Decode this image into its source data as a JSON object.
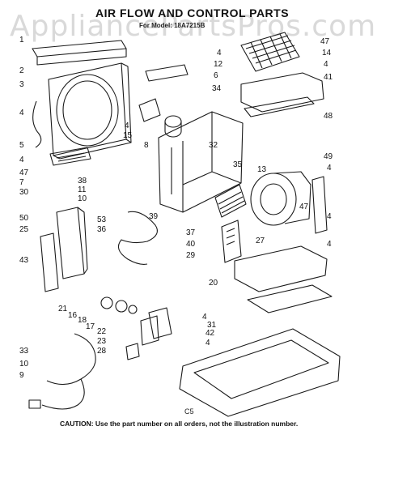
{
  "diagram": {
    "title": "AIR FLOW AND CONTROL PARTS",
    "model_line": "For Model: 18A7215B",
    "watermark": "AppliancePartsPros.com",
    "sheet_code": "C5",
    "caution": "CAUTION: Use the part number on all orders, not the illustration number."
  },
  "callouts": [
    {
      "id": "c1",
      "label": "1"
    },
    {
      "id": "c2",
      "label": "2"
    },
    {
      "id": "c3",
      "label": "3"
    },
    {
      "id": "c4a",
      "label": "4"
    },
    {
      "id": "c5",
      "label": "5"
    },
    {
      "id": "c4b",
      "label": "4"
    },
    {
      "id": "c12",
      "label": "12"
    },
    {
      "id": "c6",
      "label": "6"
    },
    {
      "id": "c34",
      "label": "34"
    },
    {
      "id": "c47a",
      "label": "47"
    },
    {
      "id": "c14",
      "label": "14"
    },
    {
      "id": "c4c",
      "label": "4"
    },
    {
      "id": "c41",
      "label": "41"
    },
    {
      "id": "c48",
      "label": "48"
    },
    {
      "id": "c4d",
      "label": "4"
    },
    {
      "id": "c15",
      "label": "15"
    },
    {
      "id": "c8",
      "label": "8"
    },
    {
      "id": "c4e",
      "label": "4"
    },
    {
      "id": "c47b",
      "label": "47"
    },
    {
      "id": "c7",
      "label": "7"
    },
    {
      "id": "c38",
      "label": "38"
    },
    {
      "id": "c11",
      "label": "11"
    },
    {
      "id": "c10a",
      "label": "10"
    },
    {
      "id": "c30",
      "label": "30"
    },
    {
      "id": "c32",
      "label": "32"
    },
    {
      "id": "c35",
      "label": "35"
    },
    {
      "id": "c13",
      "label": "13"
    },
    {
      "id": "c49",
      "label": "49"
    },
    {
      "id": "c4f",
      "label": "4"
    },
    {
      "id": "c47c",
      "label": "47"
    },
    {
      "id": "c50",
      "label": "50"
    },
    {
      "id": "c25",
      "label": "25"
    },
    {
      "id": "c53",
      "label": "53"
    },
    {
      "id": "c39",
      "label": "39"
    },
    {
      "id": "c36",
      "label": "36"
    },
    {
      "id": "c37",
      "label": "37"
    },
    {
      "id": "c40",
      "label": "40"
    },
    {
      "id": "c27",
      "label": "27"
    },
    {
      "id": "c29",
      "label": "29"
    },
    {
      "id": "c4g",
      "label": "4"
    },
    {
      "id": "c4h",
      "label": "4"
    },
    {
      "id": "c43",
      "label": "43"
    },
    {
      "id": "c20",
      "label": "20"
    },
    {
      "id": "c21",
      "label": "21"
    },
    {
      "id": "c16",
      "label": "16"
    },
    {
      "id": "c18",
      "label": "18"
    },
    {
      "id": "c17",
      "label": "17"
    },
    {
      "id": "c22",
      "label": "22"
    },
    {
      "id": "c23",
      "label": "23"
    },
    {
      "id": "c28",
      "label": "28"
    },
    {
      "id": "c4i",
      "label": "4"
    },
    {
      "id": "c31",
      "label": "31"
    },
    {
      "id": "c42",
      "label": "42"
    },
    {
      "id": "c4j",
      "label": "4"
    },
    {
      "id": "c33",
      "label": "33"
    },
    {
      "id": "c10b",
      "label": "10"
    },
    {
      "id": "c9",
      "label": "9"
    }
  ]
}
